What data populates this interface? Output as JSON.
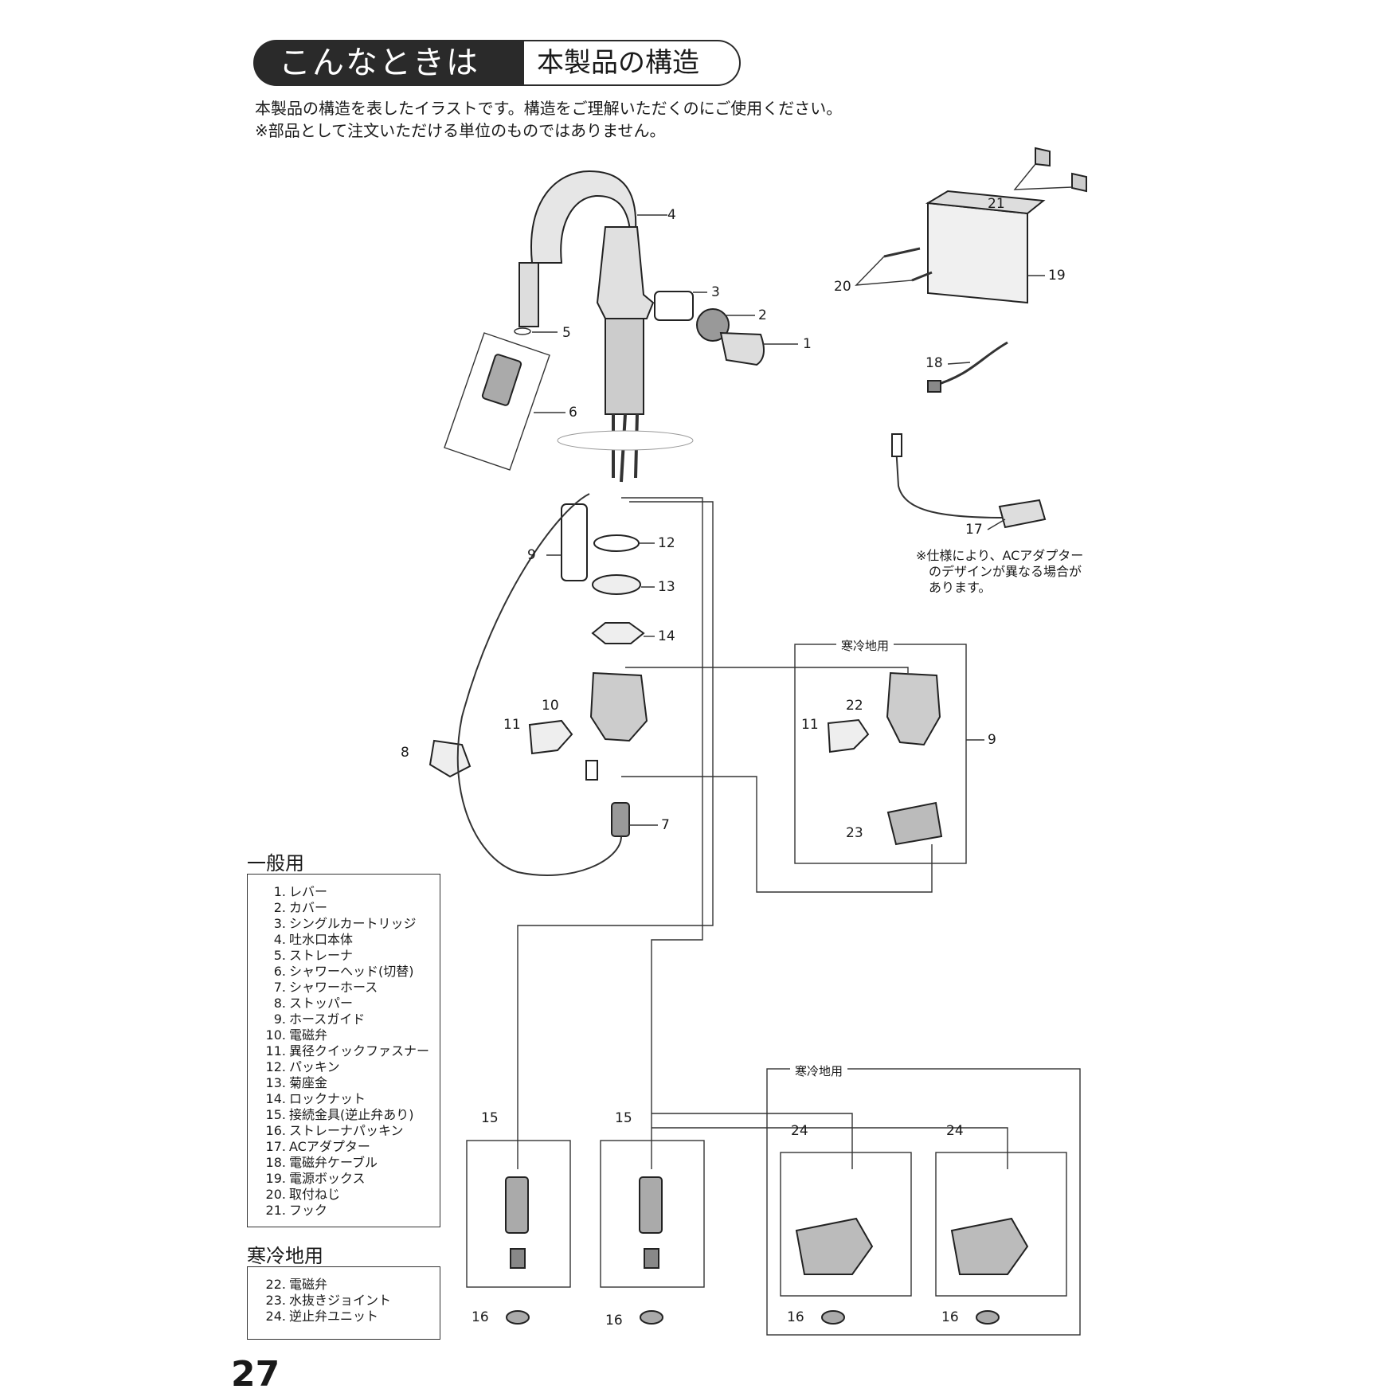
{
  "header": {
    "tab_dark": "こんなときは",
    "tab_light": "本製品の構造"
  },
  "intro": {
    "line1": "本製品の構造を表したイラストです。構造をご理解いただくのにご使用ください。",
    "line2": "※部品として注文いただける単位のものではありません。"
  },
  "ac_note": {
    "line1": "※仕様により、ACアダプター",
    "line2": "のデザインが異なる場合が",
    "line3": "あります。"
  },
  "regions": {
    "cold_label": "寒冷地用"
  },
  "callouts": {
    "n1": "1",
    "n2": "2",
    "n3": "3",
    "n4": "4",
    "n5": "5",
    "n6": "6",
    "n7": "7",
    "n8": "8",
    "n9": "9",
    "n10": "10",
    "n11": "11",
    "n12": "12",
    "n13": "13",
    "n14": "14",
    "n15": "15",
    "n16": "16",
    "n17": "17",
    "n18": "18",
    "n19": "19",
    "n20": "20",
    "n21": "21",
    "n22": "22",
    "n23": "23",
    "n24": "24"
  },
  "legend_general": {
    "title": "一般用",
    "items": [
      {
        "num": "1.",
        "name": "レバー"
      },
      {
        "num": "2.",
        "name": "カバー"
      },
      {
        "num": "3.",
        "name": "シングルカートリッジ"
      },
      {
        "num": "4.",
        "name": "吐水口本体"
      },
      {
        "num": "5.",
        "name": "ストレーナ"
      },
      {
        "num": "6.",
        "name": "シャワーヘッド(切替)"
      },
      {
        "num": "7.",
        "name": "シャワーホース"
      },
      {
        "num": "8.",
        "name": "ストッパー"
      },
      {
        "num": "9.",
        "name": "ホースガイド"
      },
      {
        "num": "10.",
        "name": "電磁弁"
      },
      {
        "num": "11.",
        "name": "異径クイックファスナー"
      },
      {
        "num": "12.",
        "name": "パッキン"
      },
      {
        "num": "13.",
        "name": "菊座金"
      },
      {
        "num": "14.",
        "name": "ロックナット"
      },
      {
        "num": "15.",
        "name": "接続金具(逆止弁あり)"
      },
      {
        "num": "16.",
        "name": "ストレーナパッキン"
      },
      {
        "num": "17.",
        "name": "ACアダプター"
      },
      {
        "num": "18.",
        "name": "電磁弁ケーブル"
      },
      {
        "num": "19.",
        "name": "電源ボックス"
      },
      {
        "num": "20.",
        "name": "取付ねじ"
      },
      {
        "num": "21.",
        "name": "フック"
      }
    ]
  },
  "legend_cold": {
    "title": "寒冷地用",
    "items": [
      {
        "num": "22.",
        "name": "電磁弁"
      },
      {
        "num": "23.",
        "name": "水抜きジョイント"
      },
      {
        "num": "24.",
        "name": "逆止弁ユニット"
      }
    ]
  },
  "page_number": "27"
}
